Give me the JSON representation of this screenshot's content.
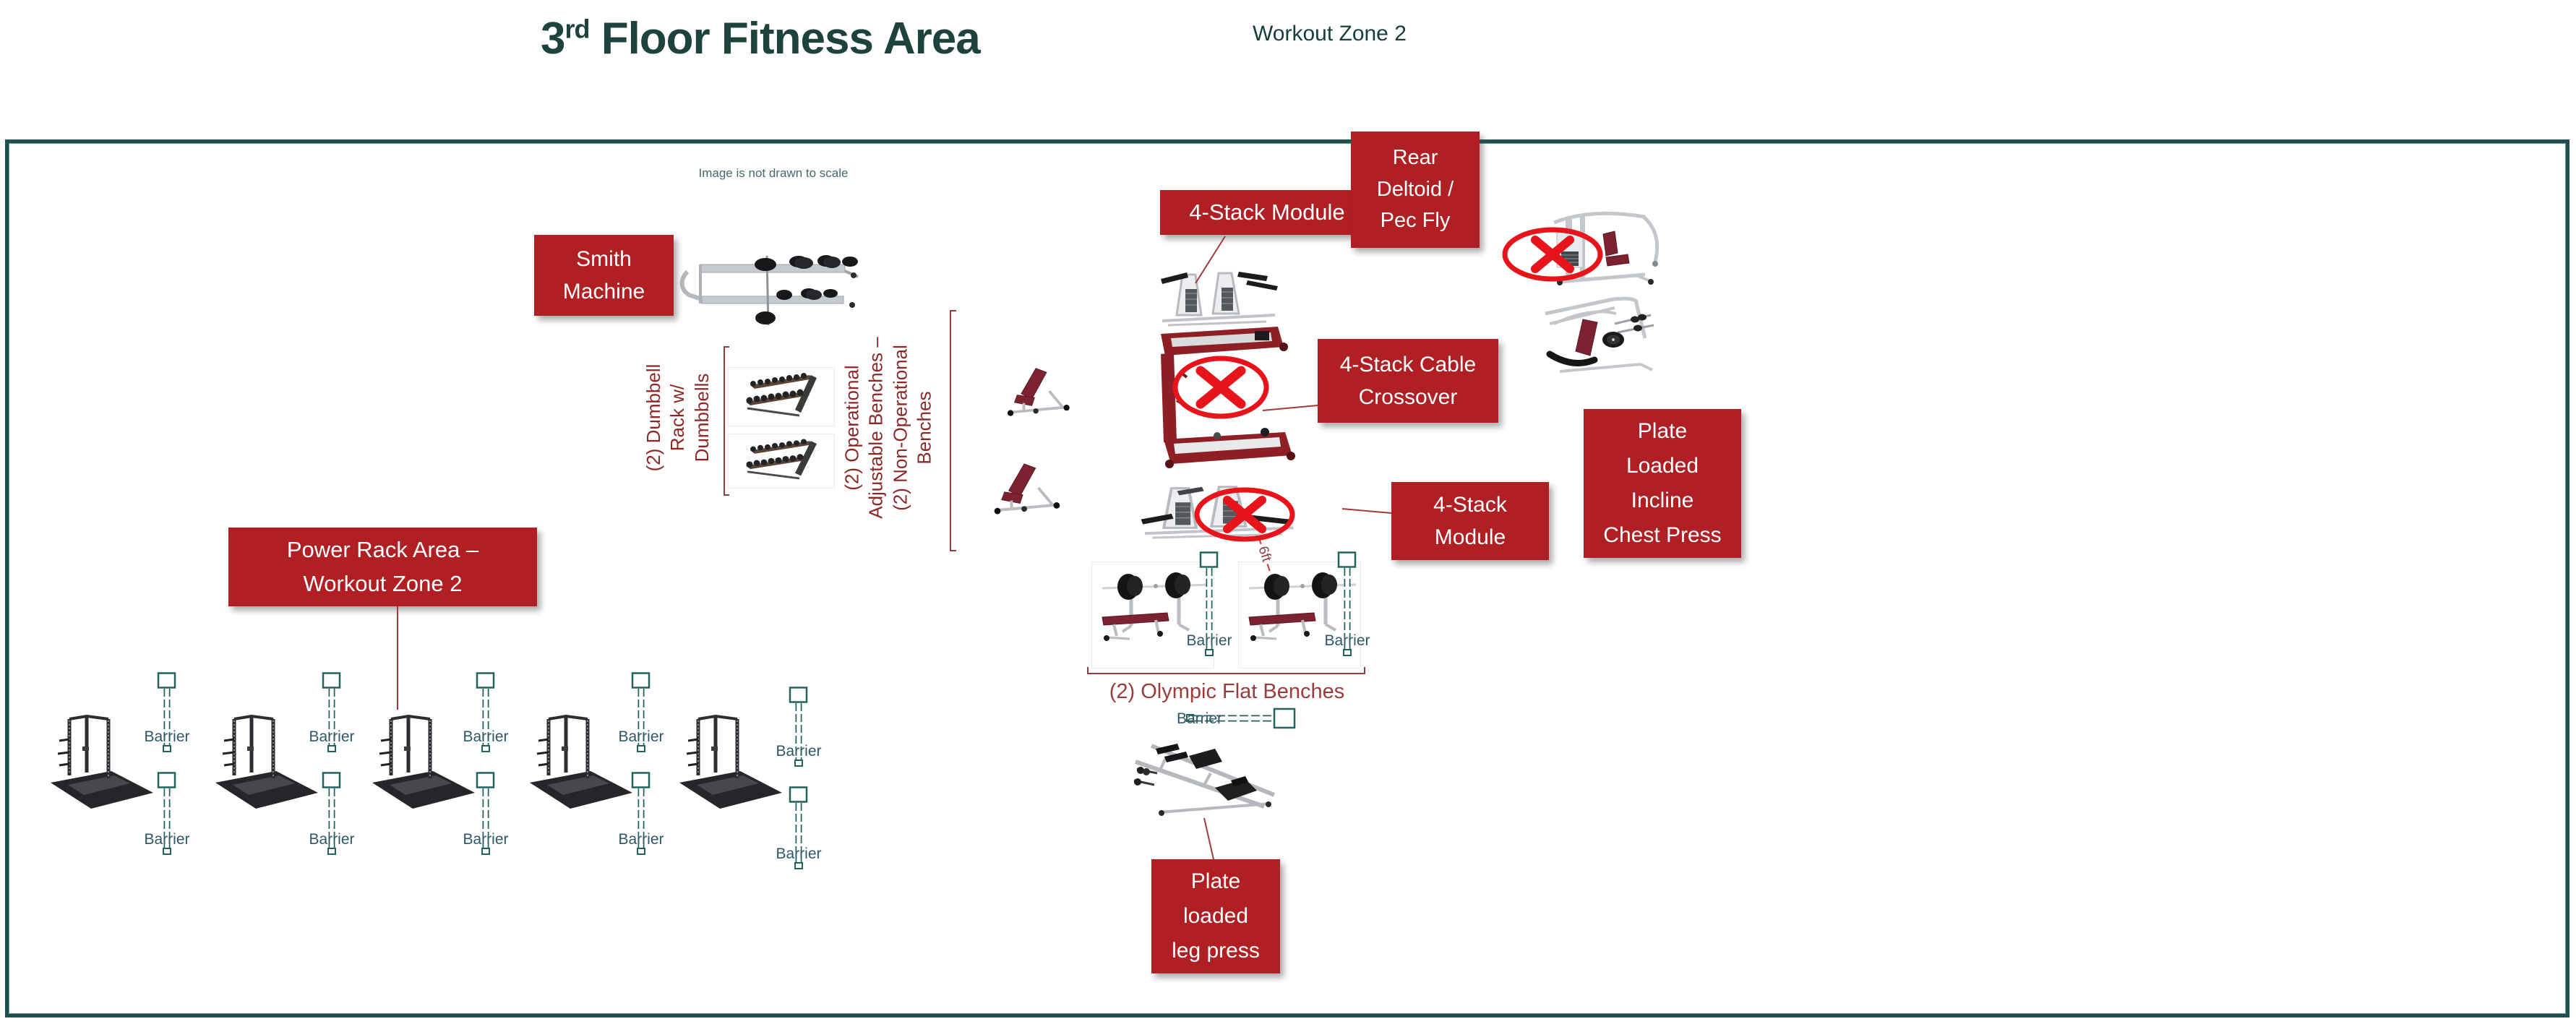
{
  "page": {
    "title": {
      "num": "3",
      "sup": "rd",
      "rest": " Floor Fitness Area"
    },
    "subtitle": "Workout Zone 2",
    "note": "Image is not drawn to scale"
  },
  "labels": {
    "smith": "Smith\nMachine",
    "stack_module_top": "4-Stack Module",
    "rear_deltoid": "Rear\nDeltoid /\nPec Fly",
    "cable_crossover": "4-Stack Cable\nCrossover",
    "stack_module_side": "4-Stack\nModule",
    "incline_press": "Plate\nLoaded\nIncline\nChest Press",
    "power_rack": "Power Rack Area –\nWorkout Zone 2",
    "leg_press": "Plate\nloaded\nleg press"
  },
  "annotations": {
    "dumbbell_rack": "(2) Dumbbell\nRack w/\nDumbbells",
    "benches": "(2) Operational\nAdjustable Benches –\n(2) Non-Operational\nBenches",
    "olympic_benches": "(2) Olympic Flat Benches",
    "distance": "6ft",
    "barrier": "Barrier"
  },
  "colors": {
    "label_bg": "#b01f23",
    "label_text": "#ffffff",
    "annotation_red": "#8d2727",
    "x_mark": "#e8141c",
    "border": "#1f5050",
    "title": "#1e423c",
    "barrier_glyph": "#23635f",
    "barrier_text": "#2e5868"
  }
}
